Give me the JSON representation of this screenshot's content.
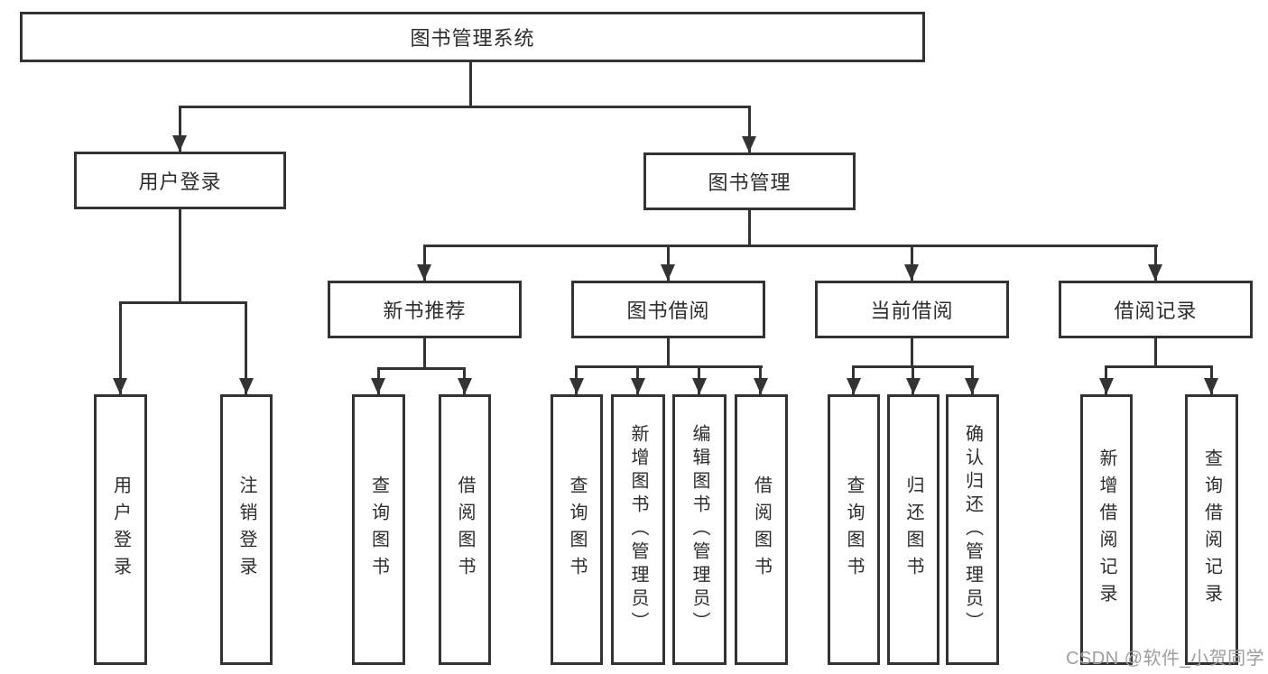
{
  "diagram": {
    "root": {
      "label": "图书管理系统"
    },
    "branches": [
      {
        "label": "用户登录",
        "children": [
          {
            "label": "用户登录"
          },
          {
            "label": "注销登录"
          }
        ]
      },
      {
        "label": "图书管理",
        "children": [
          {
            "label": "新书推荐",
            "children": [
              {
                "label": "查询图书"
              },
              {
                "label": "借阅图书"
              }
            ]
          },
          {
            "label": "图书借阅",
            "children": [
              {
                "label": "查询图书"
              },
              {
                "label": "新增图书（管理员）"
              },
              {
                "label": "编辑图书（管理员）"
              },
              {
                "label": "借阅图书"
              }
            ]
          },
          {
            "label": "当前借阅",
            "children": [
              {
                "label": "查询图书"
              },
              {
                "label": "归还图书"
              },
              {
                "label": "确认归还（管理员）"
              }
            ]
          },
          {
            "label": "借阅记录",
            "children": [
              {
                "label": "新增借阅记录"
              },
              {
                "label": "查询借阅记录"
              }
            ]
          }
        ]
      }
    ],
    "watermark": "CSDN @软件_小贺同学",
    "colors": {
      "line": "#333333",
      "text": "#2d2d2d",
      "background": "#ffffff",
      "watermark": "#9e9e9e"
    }
  }
}
